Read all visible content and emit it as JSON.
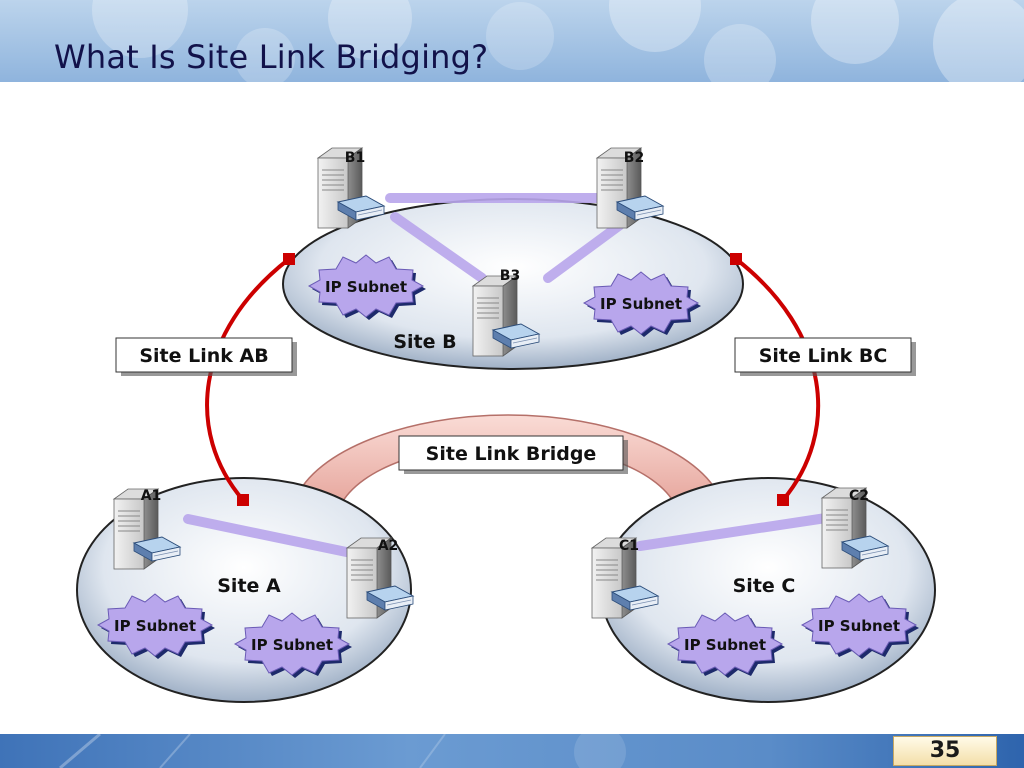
{
  "slide": {
    "title": "What Is Site Link Bridging?",
    "page_number": "35"
  },
  "sites": {
    "a": "Site A",
    "b": "Site B",
    "c": "Site C"
  },
  "links": {
    "ab": "Site Link AB",
    "bc": "Site Link BC",
    "bridge": "Site Link Bridge"
  },
  "servers": {
    "a1": "A1",
    "a2": "A2",
    "b1": "B1",
    "b2": "B2",
    "b3": "B3",
    "c1": "C1",
    "c2": "C2"
  },
  "subnet_label": "IP Subnet",
  "colors": {
    "title_text": "#12124a",
    "site_link_line": "#cc0000",
    "server_connection": "#b9a6ec",
    "bridge_arc": "#e9a8a0",
    "subnet_star": "#b8a6ec"
  }
}
